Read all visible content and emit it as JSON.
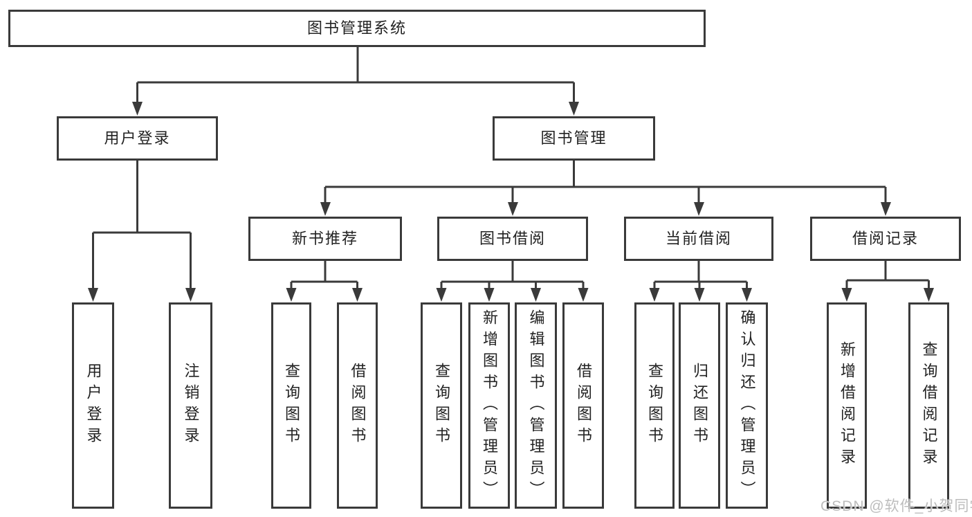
{
  "diagram": {
    "watermark": "CSDN @软件_小贺同学",
    "colors": {
      "line": "#3a3a3a",
      "box_border": "#3a3a3a",
      "box_background": "#ffffff",
      "text": "#222222",
      "background": "#ffffff",
      "watermark": "#bdbdbd"
    },
    "tree": {
      "root": {
        "label": "图书管理系统",
        "children": [
          {
            "label": "用户登录",
            "children": [
              {
                "label": "用户登录"
              },
              {
                "label": "注销登录"
              }
            ]
          },
          {
            "label": "图书管理",
            "children": [
              {
                "label": "新书推荐",
                "children": [
                  {
                    "label": "查询图书"
                  },
                  {
                    "label": "借阅图书"
                  }
                ]
              },
              {
                "label": "图书借阅",
                "children": [
                  {
                    "label": "查询图书"
                  },
                  {
                    "label": "新增图书（管理员）"
                  },
                  {
                    "label": "编辑图书（管理员）"
                  },
                  {
                    "label": "借阅图书"
                  }
                ]
              },
              {
                "label": "当前借阅",
                "children": [
                  {
                    "label": "查询图书"
                  },
                  {
                    "label": "归还图书"
                  },
                  {
                    "label": "确认归还（管理员）"
                  }
                ]
              },
              {
                "label": "借阅记录",
                "children": [
                  {
                    "label": "新增借阅记录"
                  },
                  {
                    "label": "查询借阅记录"
                  }
                ]
              }
            ]
          }
        ]
      }
    }
  }
}
